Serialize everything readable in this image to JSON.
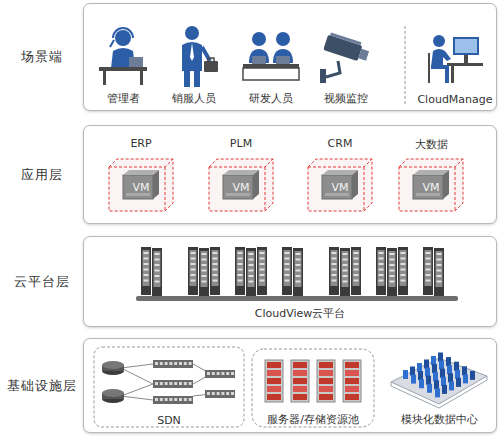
{
  "diagram": {
    "nodes": [
      {
        "text": [
          "场景端"
        ]
      },
      {
        "text": [
          "管理者"
        ],
        "in": 0
      },
      {
        "text": [
          "销服人员"
        ],
        "in": 0
      },
      {
        "text": [
          "研发人员"
        ],
        "in": 0
      },
      {
        "text": [
          "视频监控"
        ],
        "in": 0
      },
      {
        "text": [
          "CloudManage"
        ],
        "in": 0
      },
      {
        "text": [
          "应用层"
        ]
      },
      {
        "text": [
          "ERP",
          "VM"
        ],
        "in": 6
      },
      {
        "text": [
          "PLM",
          "VM"
        ],
        "in": 6
      },
      {
        "text": [
          "CRM",
          "VM"
        ],
        "in": 6
      },
      {
        "text": [
          "大数据",
          "VM"
        ],
        "in": 6
      },
      {
        "text": [
          "云平台层"
        ]
      },
      {
        "text": [
          "基础设施层"
        ]
      },
      {
        "text": [
          "SDN"
        ],
        "in": 12
      },
      {
        "text": [
          "服务器/存储资源池"
        ],
        "in": 12
      },
      {
        "text": [
          "模块化数据中心"
        ],
        "in": 12
      }
    ],
    "labels": [
      "CloudView云平台"
    ]
  }
}
